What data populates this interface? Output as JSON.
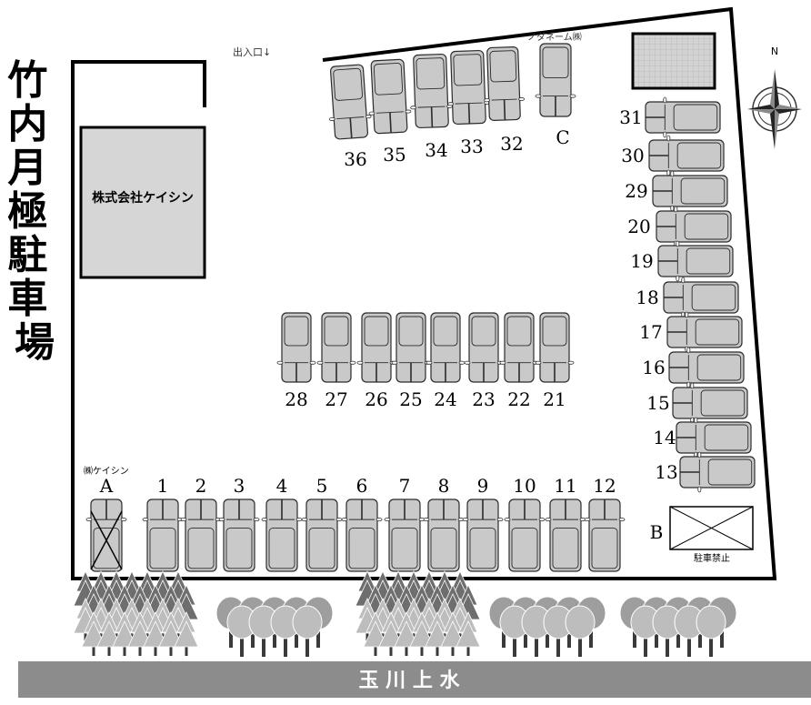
{
  "title": "竹内月極駐車場",
  "title_chars": [
    "竹",
    "内",
    "月",
    "極",
    "駐",
    "車",
    "場"
  ],
  "entrance_label": "出入口↓",
  "building_label": "株式会社ケイシン",
  "neighbor_label": "ノダネーム㈱",
  "north_label": "N",
  "slot_a_owner": "㈱ケイシン",
  "no_parking_label": "駐車禁止",
  "river_label": "玉 川 上 水",
  "top_slots": [
    "36",
    "35",
    "34",
    "33",
    "32",
    "C"
  ],
  "middle_slots": [
    "28",
    "27",
    "26",
    "25",
    "24",
    "23",
    "22",
    "21"
  ],
  "bottom_slots": [
    "A",
    "1",
    "2",
    "3",
    "4",
    "5",
    "6",
    "7",
    "8",
    "9",
    "10",
    "11",
    "12"
  ],
  "right_slots": [
    "31",
    "30",
    "29",
    "20",
    "19",
    "18",
    "17",
    "16",
    "15",
    "14",
    "13"
  ],
  "bottom_right_slot": "B",
  "colors": {
    "car_fill": "#c9c9c9",
    "car_stroke": "#2b2b2b",
    "river": "#8c8c8c",
    "tree_dark": "#6e6e6e",
    "tree_light": "#bdbdbd",
    "tree_trunk": "#3a3a3a",
    "lot_border": "#000000",
    "building": "#d6d6d6",
    "grid_box": "#d0d0d0"
  },
  "icons": [
    "compass-rose-icon",
    "car-icon",
    "tree-icon",
    "no-parking-cross-icon"
  ]
}
